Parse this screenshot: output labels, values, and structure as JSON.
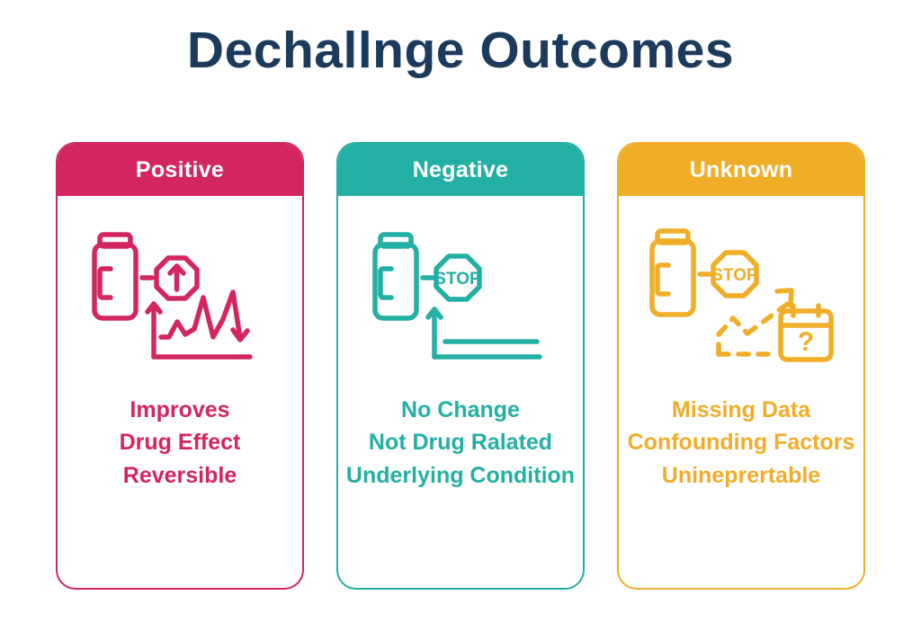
{
  "page": {
    "title": "Dechallnge Outcomes",
    "background_color": "#ffffff",
    "title_color": "#1b3a5c"
  },
  "cards": [
    {
      "key": "positive",
      "header": "Positive",
      "color": "#d32560",
      "icon": {
        "name": "vial-uparrow-declining-chart-icon",
        "parts": [
          "medicine-vial",
          "dash",
          "octagon-up-arrow",
          "jagged-declining-line-chart",
          "down-arrow"
        ]
      },
      "lines": [
        "Improves",
        "Drug Effect",
        "Reversible"
      ]
    },
    {
      "key": "negative",
      "header": "Negative",
      "color": "#23afa4",
      "icon": {
        "name": "vial-stop-flat-line-icon",
        "parts": [
          "medicine-vial",
          "dash",
          "octagon-stop-sign",
          "axis",
          "flat-line"
        ]
      },
      "lines": [
        "No Change",
        "Not Drug Ralated",
        "Underlying Condition"
      ]
    },
    {
      "key": "unknown",
      "header": "Unknown",
      "color": "#f0ad28",
      "icon": {
        "name": "vial-stop-dashed-arrow-calendar-icon",
        "parts": [
          "medicine-vial",
          "dash",
          "octagon-stop-sign",
          "dashed-rising-arrow",
          "calendar-question-mark"
        ]
      },
      "lines": [
        "Missing Data",
        "Confounding Factors",
        "Unineprertable"
      ]
    }
  ],
  "icon_labels": {
    "stop_text": "STOP",
    "calendar_text": "?"
  }
}
